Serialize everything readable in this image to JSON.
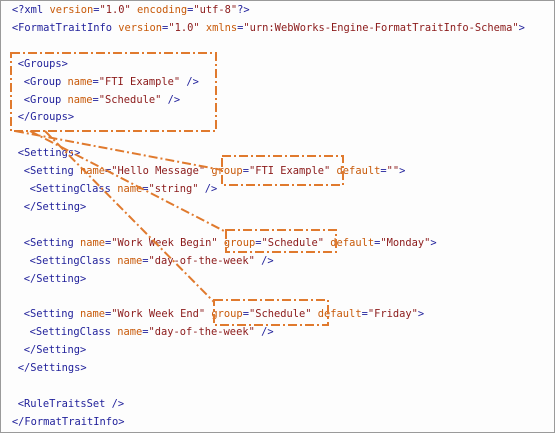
{
  "colors": {
    "tag": "#1f1f9a",
    "attr_name": "#c85a0a",
    "attr_value": "#8b1a1a",
    "annotation": "#e07a2e",
    "border": "#9a9a9a"
  },
  "code_lines": [
    {
      "indent": 1,
      "tokens": [
        [
          "t",
          "<?xml "
        ],
        [
          "a",
          "version"
        ],
        [
          "p",
          "="
        ],
        [
          "v",
          "\"1.0\""
        ],
        [
          "p",
          " "
        ],
        [
          "a",
          "encoding"
        ],
        [
          "p",
          "="
        ],
        [
          "v",
          "\"utf-8\""
        ],
        [
          "t",
          "?>"
        ]
      ]
    },
    {
      "indent": 1,
      "tokens": [
        [
          "t",
          "<FormatTraitInfo "
        ],
        [
          "a",
          "version"
        ],
        [
          "p",
          "="
        ],
        [
          "v",
          "\"1.0\""
        ],
        [
          "p",
          " "
        ],
        [
          "a",
          "xmlns"
        ],
        [
          "p",
          "="
        ],
        [
          "v",
          "\"urn:WebWorks-Engine-FormatTraitInfo-Schema\""
        ],
        [
          "t",
          ">"
        ]
      ]
    },
    {
      "indent": 0,
      "tokens": []
    },
    {
      "indent": 2,
      "tokens": [
        [
          "t",
          "<Groups>"
        ]
      ]
    },
    {
      "indent": 3,
      "tokens": [
        [
          "t",
          "<Group "
        ],
        [
          "a",
          "name"
        ],
        [
          "p",
          "="
        ],
        [
          "v",
          "\"FTI Example\""
        ],
        [
          "t",
          " />"
        ]
      ]
    },
    {
      "indent": 3,
      "tokens": [
        [
          "t",
          "<Group "
        ],
        [
          "a",
          "name"
        ],
        [
          "p",
          "="
        ],
        [
          "v",
          "\"Schedule\""
        ],
        [
          "t",
          " />"
        ]
      ]
    },
    {
      "indent": 2,
      "tokens": [
        [
          "t",
          "</Groups>"
        ]
      ]
    },
    {
      "indent": 0,
      "tokens": []
    },
    {
      "indent": 2,
      "tokens": [
        [
          "t",
          "<Settings>"
        ]
      ]
    },
    {
      "indent": 3,
      "tokens": [
        [
          "t",
          "<Setting "
        ],
        [
          "a",
          "name"
        ],
        [
          "p",
          "="
        ],
        [
          "v",
          "\"Hello Message\""
        ],
        [
          "p",
          " "
        ],
        [
          "a",
          "group"
        ],
        [
          "p",
          "="
        ],
        [
          "v",
          "\"FTI Example\""
        ],
        [
          "p",
          " "
        ],
        [
          "a",
          "default"
        ],
        [
          "p",
          "="
        ],
        [
          "v",
          "\"\""
        ],
        [
          "t",
          ">"
        ]
      ]
    },
    {
      "indent": 4,
      "tokens": [
        [
          "t",
          "<SettingClass "
        ],
        [
          "a",
          "name"
        ],
        [
          "p",
          "="
        ],
        [
          "v",
          "\"string\""
        ],
        [
          "t",
          " />"
        ]
      ]
    },
    {
      "indent": 3,
      "tokens": [
        [
          "t",
          "</Setting>"
        ]
      ]
    },
    {
      "indent": 0,
      "tokens": []
    },
    {
      "indent": 3,
      "tokens": [
        [
          "t",
          "<Setting "
        ],
        [
          "a",
          "name"
        ],
        [
          "p",
          "="
        ],
        [
          "v",
          "\"Work Week Begin\""
        ],
        [
          "p",
          " "
        ],
        [
          "a",
          "group"
        ],
        [
          "p",
          "="
        ],
        [
          "v",
          "\"Schedule\""
        ],
        [
          "p",
          " "
        ],
        [
          "a",
          "default"
        ],
        [
          "p",
          "="
        ],
        [
          "v",
          "\"Monday\""
        ],
        [
          "t",
          ">"
        ]
      ]
    },
    {
      "indent": 4,
      "tokens": [
        [
          "t",
          "<SettingClass "
        ],
        [
          "a",
          "name"
        ],
        [
          "p",
          "="
        ],
        [
          "v",
          "\"day-of-the-week\""
        ],
        [
          "t",
          " />"
        ]
      ]
    },
    {
      "indent": 3,
      "tokens": [
        [
          "t",
          "</Setting>"
        ]
      ]
    },
    {
      "indent": 0,
      "tokens": []
    },
    {
      "indent": 3,
      "tokens": [
        [
          "t",
          "<Setting "
        ],
        [
          "a",
          "name"
        ],
        [
          "p",
          "="
        ],
        [
          "v",
          "\"Work Week End\""
        ],
        [
          "p",
          " "
        ],
        [
          "a",
          "group"
        ],
        [
          "p",
          "="
        ],
        [
          "v",
          "\"Schedule\""
        ],
        [
          "p",
          " "
        ],
        [
          "a",
          "default"
        ],
        [
          "p",
          "="
        ],
        [
          "v",
          "\"Friday\""
        ],
        [
          "t",
          ">"
        ]
      ]
    },
    {
      "indent": 4,
      "tokens": [
        [
          "t",
          "<SettingClass "
        ],
        [
          "a",
          "name"
        ],
        [
          "p",
          "="
        ],
        [
          "v",
          "\"day-of-the-week\""
        ],
        [
          "t",
          " />"
        ]
      ]
    },
    {
      "indent": 3,
      "tokens": [
        [
          "t",
          "</Setting>"
        ]
      ]
    },
    {
      "indent": 2,
      "tokens": [
        [
          "t",
          "</Settings>"
        ]
      ]
    },
    {
      "indent": 0,
      "tokens": []
    },
    {
      "indent": 2,
      "tokens": [
        [
          "t",
          "<RuleTraitsSet />"
        ]
      ]
    },
    {
      "indent": 1,
      "tokens": [
        [
          "t",
          "</FormatTraitInfo>"
        ]
      ]
    }
  ]
}
